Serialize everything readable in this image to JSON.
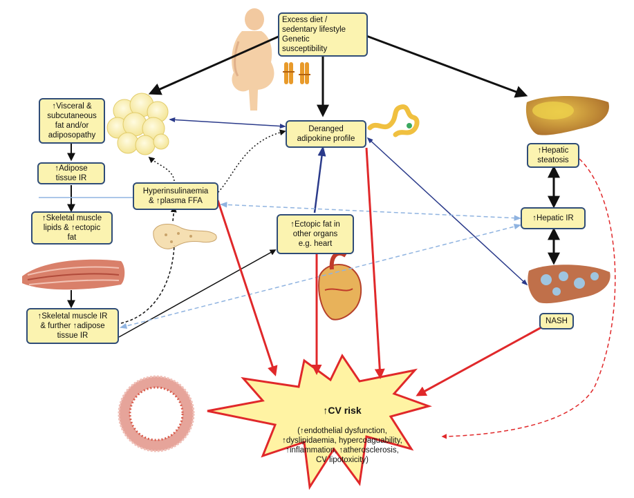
{
  "boxes": {
    "excess_diet": "Excess diet /\nsedentary lifestyle\nGenetic\nsusceptibility",
    "visceral_fat": "↑Visceral &\nsubcutaneous\nfat and/or\nadiposopathy",
    "adipose_ir": "↑Adipose\ntissue IR",
    "skeletal_lipids": "↑Skeletal muscle\nlipids & ↑ectopic\nfat",
    "skeletal_ir": "↑Skeletal muscle IR\n& further ↑adipose\ntissue IR",
    "hyperinsulinaemia": "Hyperinsulinaemia\n& ↑plasma FFA",
    "adipokine": "Deranged\nadipokine profile",
    "ectopic_fat": "↑Ectopic fat in\nother organs\ne.g. heart",
    "hepatic_steatosis": "↑Hepatic\nsteatosis",
    "hepatic_ir": "↑Hepatic IR",
    "nash": "NASH"
  },
  "cv_risk": {
    "title": "↑CV risk",
    "details": "(↑endothelial dysfunction,\n↑dyslipidaemia, hypercoaguability,\n↑inflammation, ↑atherosclerosis,\nCV lipotoxicity)"
  },
  "colors": {
    "box_fill": "#fbf3b0",
    "box_border": "#2f4c77",
    "red_arrow": "#e0282a",
    "navy_arrow": "#2a3a8a",
    "light_blue_dashed": "#8fb3e0",
    "burst_fill": "#fff3a3"
  }
}
